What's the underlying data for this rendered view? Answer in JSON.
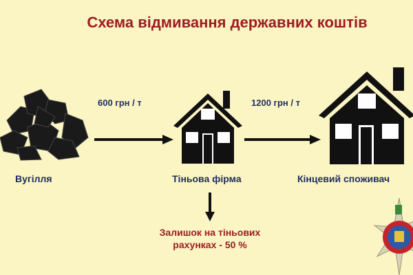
{
  "title": "Схема відмивання державних коштів",
  "nodes": [
    {
      "label": "Вугілля",
      "icon": "coal-icon"
    },
    {
      "label": "Тіньова фірма",
      "icon": "house-icon"
    },
    {
      "label": "Кінцевий споживач",
      "icon": "house-icon"
    }
  ],
  "edges": [
    {
      "from": "Вугілля",
      "to": "Тіньова фірма",
      "label": "600 грн / т"
    },
    {
      "from": "Тіньова фірма",
      "to": "Кінцевий споживач",
      "label": "1200 грн / т"
    }
  ],
  "remainder": {
    "line1": "Залишок на тіньових",
    "line2": "рахунках - 50 %"
  },
  "colors": {
    "background": "#fbf5c3",
    "title": "#9e1b22",
    "labels": "#1f2d5e"
  }
}
